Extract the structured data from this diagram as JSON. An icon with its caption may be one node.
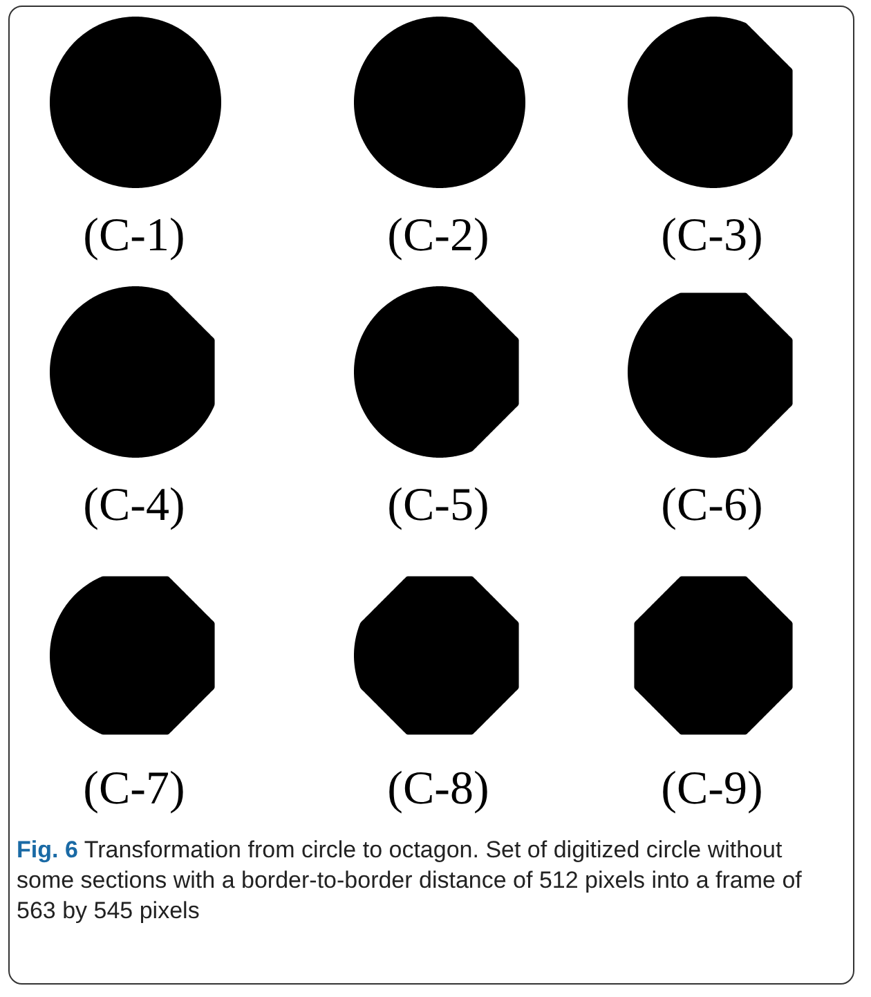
{
  "diagram": {
    "caption": "**Fig. 6** Transformation from circle to octagon. Set of digitized circle without some sections with a border-to-border distance of 512 pixels into a frame of 563 by 545 pixels",
    "nodes": [
      {
        "text": [],
        "shape": "circle",
        "beside": [
          "(C-1)"
        ]
      },
      {
        "text": [],
        "shape": "circle",
        "beside": [
          "(C-2)"
        ]
      },
      {
        "text": [],
        "shape": "circle",
        "beside": [
          "(C-3)"
        ]
      },
      {
        "text": [],
        "shape": "circle",
        "beside": [
          "(C-4)"
        ]
      },
      {
        "text": [],
        "shape": "circle",
        "beside": [
          "(C-5)"
        ]
      },
      {
        "text": [],
        "shape": "circle",
        "beside": [
          "(C-6)"
        ]
      },
      {
        "text": [],
        "shape": "circle",
        "beside": [
          "(C-7)"
        ]
      },
      {
        "text": [],
        "shape": "circle",
        "beside": [
          "(C-8)"
        ]
      },
      {
        "text": [],
        "shape": "octagon",
        "beside": [
          "(C-9)"
        ]
      }
    ],
    "edges": []
  }
}
